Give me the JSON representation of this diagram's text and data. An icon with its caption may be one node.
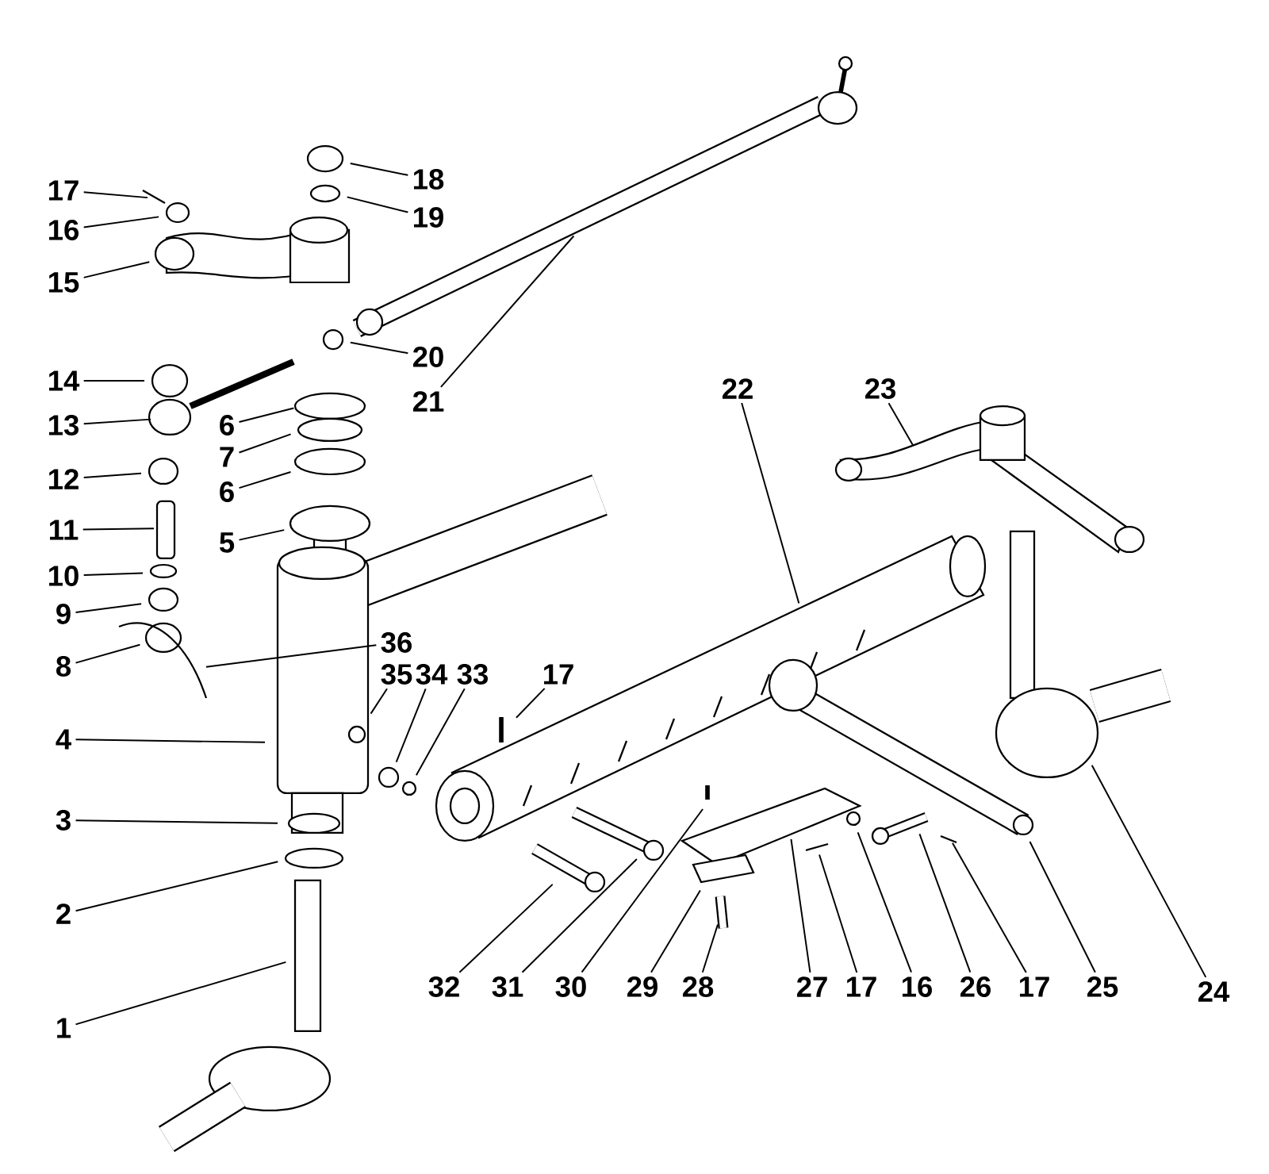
{
  "diagram": {
    "nodes": [
      {
        "text": [
          "18"
        ]
      },
      {
        "text": [
          "17"
        ]
      },
      {
        "text": [
          "19"
        ]
      },
      {
        "text": [
          "16"
        ]
      },
      {
        "text": [
          "15"
        ]
      },
      {
        "text": [
          "20"
        ]
      },
      {
        "text": [
          "14"
        ]
      },
      {
        "text": [
          "22"
        ]
      },
      {
        "text": [
          "23"
        ]
      },
      {
        "text": [
          "21"
        ]
      },
      {
        "text": [
          "13"
        ]
      },
      {
        "text": [
          "6"
        ]
      },
      {
        "text": [
          "7"
        ]
      },
      {
        "text": [
          "12"
        ]
      },
      {
        "text": [
          "6"
        ]
      },
      {
        "text": [
          "11"
        ]
      },
      {
        "text": [
          "5"
        ]
      },
      {
        "text": [
          "10"
        ]
      },
      {
        "text": [
          "9"
        ]
      },
      {
        "text": [
          "36"
        ]
      },
      {
        "text": [
          "8"
        ]
      },
      {
        "text": [
          "35"
        ]
      },
      {
        "text": [
          "34"
        ]
      },
      {
        "text": [
          "33"
        ]
      },
      {
        "text": [
          "17"
        ]
      },
      {
        "text": [
          "4"
        ]
      },
      {
        "text": [
          "3"
        ]
      },
      {
        "text": [
          "2"
        ]
      },
      {
        "text": [
          "32"
        ]
      },
      {
        "text": [
          "31"
        ]
      },
      {
        "text": [
          "30"
        ]
      },
      {
        "text": [
          "29"
        ]
      },
      {
        "text": [
          "28"
        ]
      },
      {
        "text": [
          "27"
        ]
      },
      {
        "text": [
          "17"
        ]
      },
      {
        "text": [
          "16"
        ]
      },
      {
        "text": [
          "26"
        ]
      },
      {
        "text": [
          "17"
        ]
      },
      {
        "text": [
          "25"
        ]
      },
      {
        "text": [
          "24"
        ]
      },
      {
        "text": [
          "1"
        ]
      }
    ],
    "edges": [
      {
        "from": 0,
        "to": null,
        "arrow": "none"
      },
      {
        "from": 1,
        "to": null,
        "arrow": "none"
      },
      {
        "from": 2,
        "to": null,
        "arrow": "none"
      },
      {
        "from": 3,
        "to": null,
        "arrow": "none"
      },
      {
        "from": 4,
        "to": null,
        "arrow": "none"
      },
      {
        "from": 5,
        "to": null,
        "arrow": "none"
      },
      {
        "from": 6,
        "to": null,
        "arrow": "none"
      },
      {
        "from": 7,
        "to": null,
        "arrow": "none"
      },
      {
        "from": 8,
        "to": null,
        "arrow": "none"
      },
      {
        "from": 9,
        "to": null,
        "arrow": "none"
      },
      {
        "from": 10,
        "to": null,
        "arrow": "none"
      },
      {
        "from": 11,
        "to": null,
        "arrow": "none"
      },
      {
        "from": 12,
        "to": null,
        "arrow": "none"
      },
      {
        "from": 13,
        "to": null,
        "arrow": "none"
      },
      {
        "from": 14,
        "to": null,
        "arrow": "none"
      },
      {
        "from": 15,
        "to": null,
        "arrow": "none"
      },
      {
        "from": 16,
        "to": null,
        "arrow": "none"
      },
      {
        "from": 17,
        "to": null,
        "arrow": "none"
      },
      {
        "from": 18,
        "to": null,
        "arrow": "none"
      },
      {
        "from": 19,
        "to": null,
        "arrow": "none"
      },
      {
        "from": 20,
        "to": null,
        "arrow": "none"
      },
      {
        "from": 21,
        "to": null,
        "arrow": "none"
      },
      {
        "from": 22,
        "to": null,
        "arrow": "none"
      },
      {
        "from": 23,
        "to": null,
        "arrow": "none"
      },
      {
        "from": 24,
        "to": null,
        "arrow": "none"
      },
      {
        "from": 25,
        "to": null,
        "arrow": "none"
      },
      {
        "from": 26,
        "to": null,
        "arrow": "none"
      },
      {
        "from": 27,
        "to": null,
        "arrow": "none"
      },
      {
        "from": 28,
        "to": null,
        "arrow": "none"
      },
      {
        "from": 29,
        "to": null,
        "arrow": "none"
      },
      {
        "from": 30,
        "to": null,
        "arrow": "none"
      },
      {
        "from": 31,
        "to": null,
        "arrow": "none"
      },
      {
        "from": 32,
        "to": null,
        "arrow": "none"
      },
      {
        "from": 33,
        "to": null,
        "arrow": "none"
      },
      {
        "from": 34,
        "to": null,
        "arrow": "none"
      },
      {
        "from": 35,
        "to": null,
        "arrow": "none"
      },
      {
        "from": 36,
        "to": null,
        "arrow": "none"
      },
      {
        "from": 37,
        "to": null,
        "arrow": "none"
      },
      {
        "from": 38,
        "to": null,
        "arrow": "none"
      },
      {
        "from": 39,
        "to": null,
        "arrow": "none"
      },
      {
        "from": 40,
        "to": null,
        "arrow": "none"
      }
    ]
  }
}
